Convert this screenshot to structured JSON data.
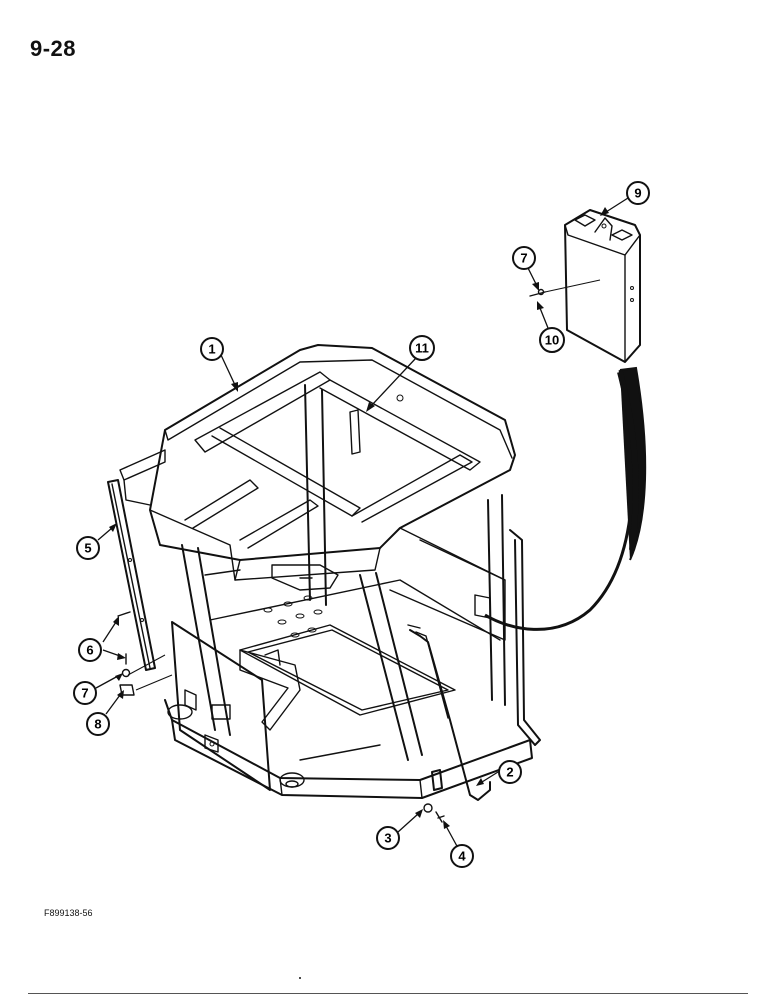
{
  "page_number": "9-28",
  "figure_code": "F899138-56",
  "callouts": [
    {
      "id": "c1",
      "label": "1"
    },
    {
      "id": "c2",
      "label": "2"
    },
    {
      "id": "c3",
      "label": "3"
    },
    {
      "id": "c4",
      "label": "4"
    },
    {
      "id": "c5",
      "label": "5"
    },
    {
      "id": "c6",
      "label": "6"
    },
    {
      "id": "c7a",
      "label": "7"
    },
    {
      "id": "c7b",
      "label": "7"
    },
    {
      "id": "c8",
      "label": "8"
    },
    {
      "id": "c9",
      "label": "9"
    },
    {
      "id": "c10",
      "label": "10"
    },
    {
      "id": "c11",
      "label": "11"
    }
  ]
}
